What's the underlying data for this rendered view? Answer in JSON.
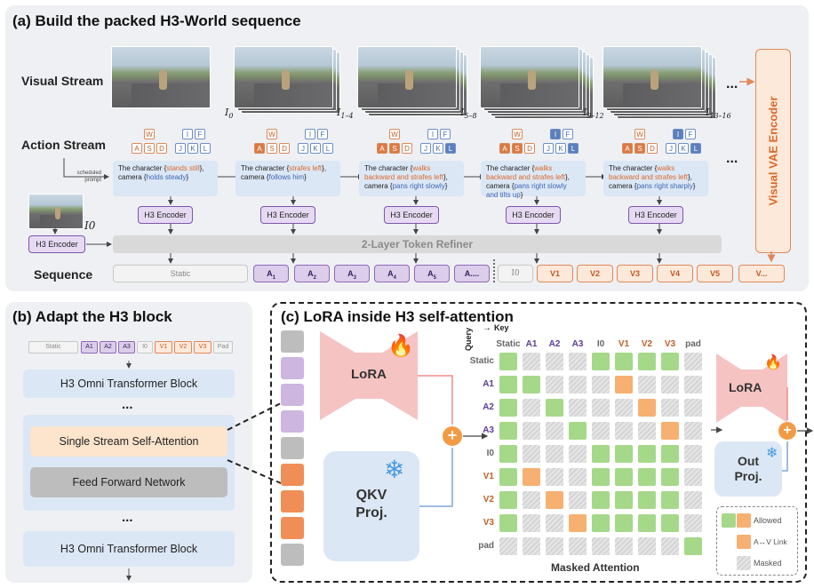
{
  "panel_a": {
    "title": "(a) Build the packed H3-World sequence",
    "visual_stream": "Visual Stream",
    "action_stream": "Action Stream",
    "sequence": "Sequence",
    "frame_labels": [
      "I0",
      "I1–4",
      "I5–8",
      "I9–12",
      "I13–16"
    ],
    "keys_left": [
      "W",
      "A",
      "S",
      "D"
    ],
    "keys_right": [
      "I",
      "F",
      "J",
      "K",
      "L"
    ],
    "scheduled_prompt": "scheduled\nprompt",
    "actions": [
      {
        "pre": "The character {",
        "act": "stands still",
        "mid": "}, camera {",
        "cam": "holds steady",
        "post": "}"
      },
      {
        "pre": "The character {",
        "act": "strafes left",
        "mid": "}, camera {",
        "cam": "follows him",
        "post": "}"
      },
      {
        "pre": "The character {",
        "act": "walks backward and strafes left",
        "mid": "}, camera {",
        "cam": "pans right slowly",
        "post": "}"
      },
      {
        "pre": "The character {",
        "act": "walks backward and strafes left",
        "mid": "}, camera {",
        "cam": "pans right slowly and tilts up",
        "post": "}"
      },
      {
        "pre": "The character {",
        "act": "walks backward and strafes left",
        "mid": "}, camera {",
        "cam": "pans right sharply",
        "post": "}"
      }
    ],
    "encoder_label": "H3 Encoder",
    "side_encoder_label": "H3 Encoder",
    "side_image_label": "I0",
    "refiner": "2-Layer Token Refiner",
    "vae": "Visual VAE Encoder",
    "ellipsis": "...",
    "tokens": {
      "static": "Static",
      "actions": [
        "A1",
        "A2",
        "A3",
        "A4",
        "A5",
        "A...."
      ],
      "image": "I0",
      "videos": [
        "V1",
        "V2",
        "V3",
        "V4",
        "V5",
        "V..."
      ]
    }
  },
  "panel_b": {
    "title": "(b) Adapt the H3 block",
    "mini_tokens": [
      "Static",
      "A1",
      "A2",
      "A3",
      "I0",
      "V1",
      "V2",
      "V3",
      "Pad"
    ],
    "omni_block": "H3 Omni Transformer Block",
    "self_attn": "Single Stream Self-Attention",
    "ffn": "Feed Forward Network",
    "ellipsis": "..."
  },
  "panel_c": {
    "title": "(c) LoRA inside H3 self-attention",
    "lora": "LoRA",
    "qkv": "QKV\nProj.",
    "out": "Out\nProj.",
    "key": "Key",
    "query": "Query",
    "columns": [
      "Static",
      "A1",
      "A2",
      "A3",
      "I0",
      "V1",
      "V2",
      "V3",
      "pad"
    ],
    "rows": [
      "Static",
      "A1",
      "A2",
      "A3",
      "I0",
      "V1",
      "V2",
      "V3",
      "pad"
    ],
    "mask": [
      [
        "a",
        "m",
        "m",
        "m",
        "a",
        "a",
        "a",
        "a",
        "m"
      ],
      [
        "a",
        "a",
        "m",
        "m",
        "m",
        "l",
        "m",
        "m",
        "m"
      ],
      [
        "a",
        "m",
        "a",
        "m",
        "m",
        "m",
        "l",
        "m",
        "m"
      ],
      [
        "a",
        "m",
        "m",
        "a",
        "m",
        "m",
        "m",
        "l",
        "m"
      ],
      [
        "a",
        "m",
        "m",
        "m",
        "a",
        "a",
        "a",
        "a",
        "m"
      ],
      [
        "a",
        "l",
        "m",
        "m",
        "a",
        "a",
        "a",
        "a",
        "m"
      ],
      [
        "a",
        "m",
        "l",
        "m",
        "a",
        "a",
        "a",
        "a",
        "m"
      ],
      [
        "a",
        "m",
        "m",
        "l",
        "a",
        "a",
        "a",
        "a",
        "m"
      ],
      [
        "m",
        "m",
        "m",
        "m",
        "m",
        "m",
        "m",
        "m",
        "a"
      ]
    ],
    "matrix_title": "Masked Attention",
    "legend": {
      "allowed": "Allowed",
      "link": "A↔V Link",
      "masked": "Masked"
    },
    "stack_colors": [
      "#bdbdbd",
      "#cdb6e0",
      "#cdb6e0",
      "#cdb6e0",
      "#bdbdbd",
      "#ef8f57",
      "#ef8f57",
      "#ef8f57",
      "#bdbdbd"
    ]
  }
}
